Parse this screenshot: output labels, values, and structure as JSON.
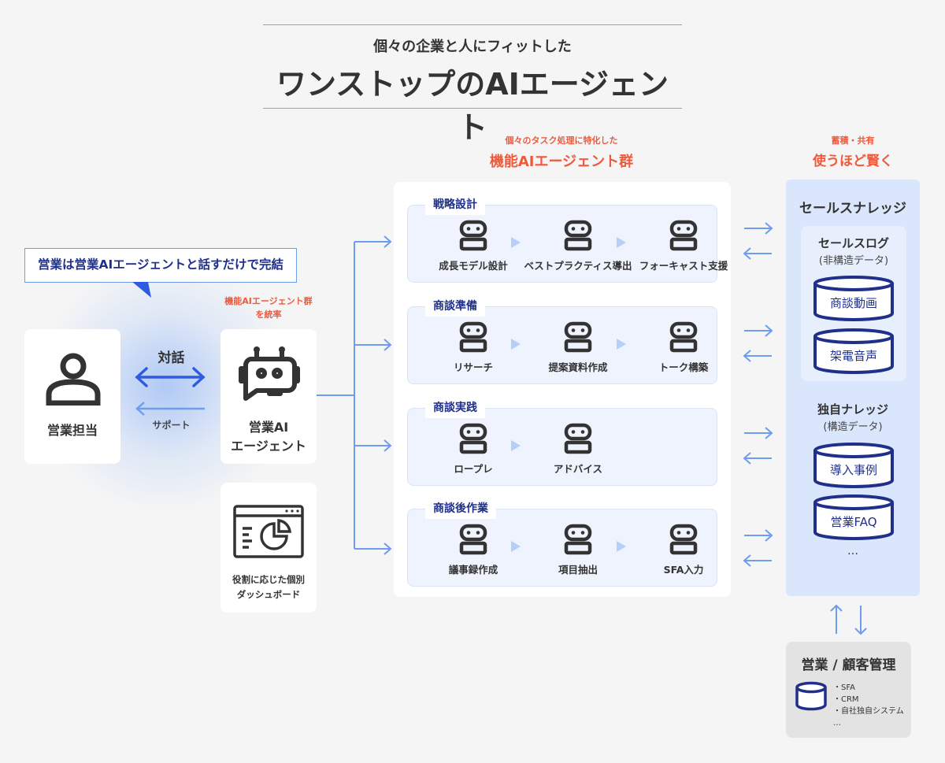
{
  "header": {
    "subtitle": "個々の企業と人にフィットした",
    "title": "ワンストップのAIエージェント"
  },
  "bubble": {
    "text": "営業は営業AIエージェントと話すだけで完結"
  },
  "user_card": {
    "label": "営業担当",
    "icon": "person-icon"
  },
  "dialogue": {
    "top_label": "対話",
    "bottom_label": "サポート"
  },
  "agent_card": {
    "note_line1": "機能AIエージェント群",
    "note_line2": "を統率",
    "label_line1": "営業AI",
    "label_line2": "エージェント",
    "icon": "robot-headset-icon"
  },
  "dashboard_card": {
    "label_line1": "役割に応じた個別",
    "label_line2": "ダッシュボード",
    "icon": "dashboard-icon"
  },
  "functions": {
    "caption": "個々のタスク処理に特化した",
    "title": "機能AIエージェント群",
    "groups": [
      {
        "title": "戦略設計",
        "steps": [
          "成長モデル設計",
          "ベストプラクティス導出",
          "フォーキャスト支援"
        ]
      },
      {
        "title": "商談準備",
        "steps": [
          "リサーチ",
          "提案資料作成",
          "トーク構築"
        ]
      },
      {
        "title": "商談実践",
        "steps": [
          "ロープレ",
          "アドバイス"
        ]
      },
      {
        "title": "商談後作業",
        "steps": [
          "議事録作成",
          "項目抽出",
          "SFA入力"
        ]
      }
    ]
  },
  "knowledge": {
    "caption": "蓄積・共有",
    "title": "使うほど賢く",
    "panel_title": "セールスナレッジ",
    "saleslog": {
      "title": "セールスログ",
      "subtitle": "(非構造データ)",
      "items": [
        "商談動画",
        "架電音声"
      ]
    },
    "own": {
      "title": "独自ナレッジ",
      "subtitle": "(構造データ)",
      "items": [
        "導入事例",
        "営業FAQ"
      ],
      "more": "…"
    }
  },
  "crm": {
    "title": "営業 / 顧客管理",
    "items": [
      "・SFA",
      "・CRM",
      "・自社独自システム"
    ],
    "more": "…"
  },
  "colors": {
    "accent": "#2f5be0",
    "arrow": "#6e9cef",
    "red": "#ef5a3c",
    "navy": "#1f2f8a",
    "knowledge_bg": "#dae6fb"
  }
}
